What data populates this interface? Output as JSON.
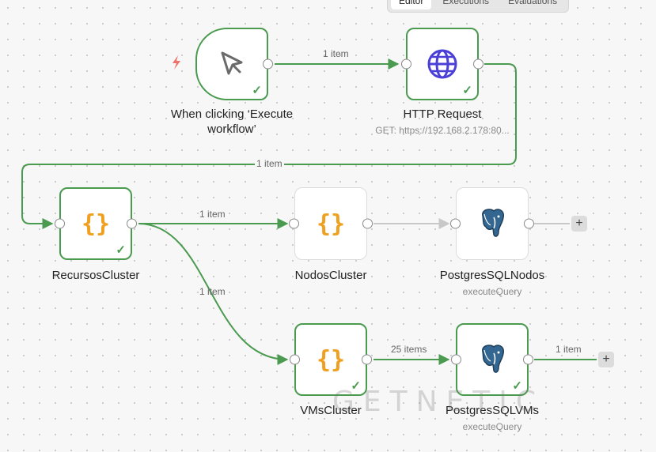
{
  "tabs": [
    {
      "label": "Editor",
      "active": true
    },
    {
      "label": "Executions",
      "active": false
    },
    {
      "label": "Evaluations",
      "active": false
    }
  ],
  "nodes": {
    "trigger": {
      "title": "When clicking ‘Execute workflow’",
      "icon": "cursor-icon"
    },
    "http": {
      "title": "HTTP Request",
      "subtitle": "GET: https://192.168.2.178:80...",
      "icon": "globe-icon"
    },
    "recursos": {
      "title": "RecursosCluster",
      "icon": "braces-icon"
    },
    "nodos": {
      "title": "NodosCluster",
      "icon": "braces-icon"
    },
    "pgnodos": {
      "title": "PostgresSQLNodos",
      "subtitle": "executeQuery",
      "icon": "postgres-elephant-icon"
    },
    "vms": {
      "title": "VMsCluster",
      "icon": "braces-icon"
    },
    "pgvms": {
      "title": "PostgresSQLVMs",
      "subtitle": "executeQuery",
      "icon": "postgres-elephant-icon"
    }
  },
  "edges": {
    "trigger_http": "1 item",
    "http_recursos": "1 item",
    "recursos_nodos": "1 item",
    "recursos_vms": "1 item",
    "vms_pgvms": "25 items",
    "pgvms_out": "1 item"
  },
  "add_symbol": "+",
  "watermark": "GETNETIC",
  "colors": {
    "success": "#4a9a4f",
    "braces": "#f0a020",
    "globe": "#4a3fd6",
    "idle_edge": "#c8c8c8"
  }
}
